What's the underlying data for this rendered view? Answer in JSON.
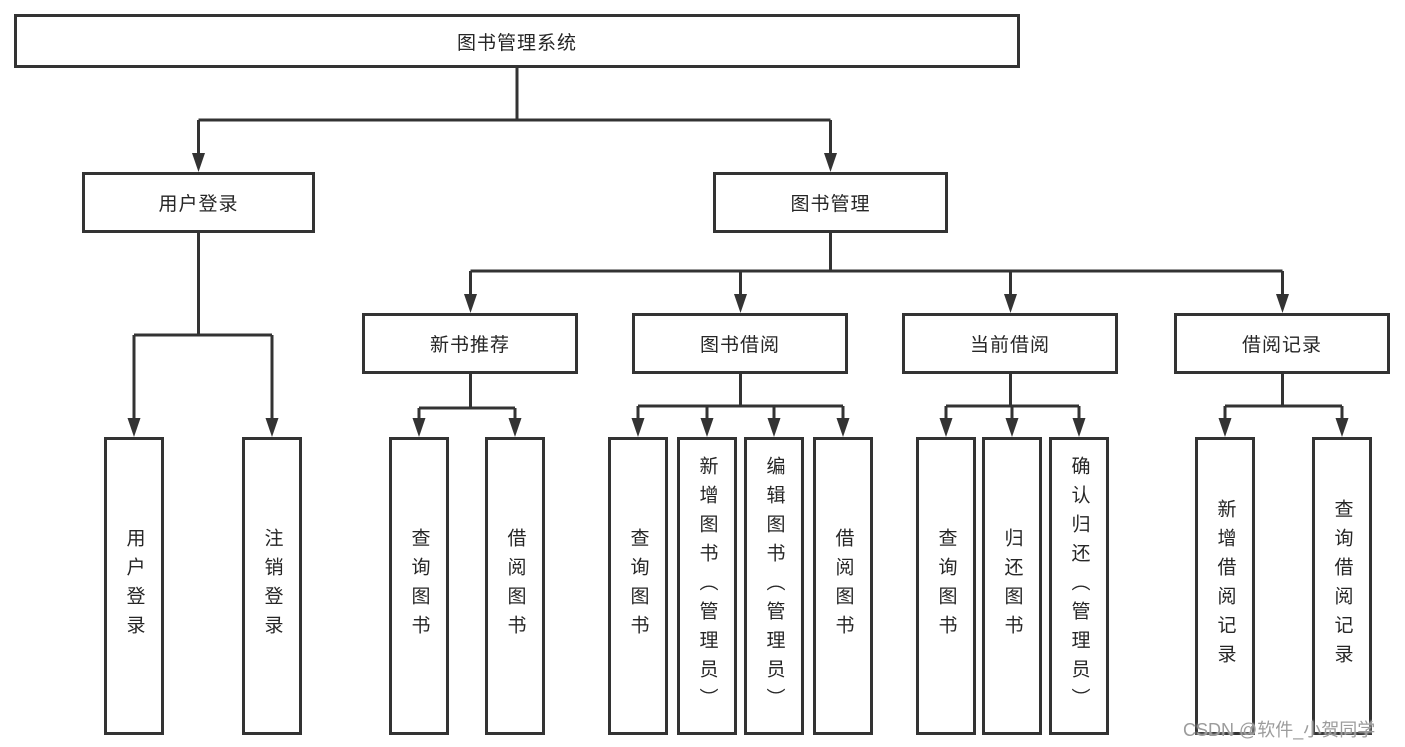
{
  "diagram": {
    "root": {
      "label": "图书管理系统"
    },
    "level2": [
      {
        "label": "用户登录",
        "children": [
          {
            "label": "用户登录"
          },
          {
            "label": "注销登录"
          }
        ]
      },
      {
        "label": "图书管理",
        "children": [
          {
            "label": "新书推荐",
            "children": [
              {
                "label": "查询图书"
              },
              {
                "label": "借阅图书"
              }
            ]
          },
          {
            "label": "图书借阅",
            "children": [
              {
                "label": "查询图书"
              },
              {
                "label": "新增图书（管理员）"
              },
              {
                "label": "编辑图书（管理员）"
              },
              {
                "label": "借阅图书"
              }
            ]
          },
          {
            "label": "当前借阅",
            "children": [
              {
                "label": "查询图书"
              },
              {
                "label": "归还图书"
              },
              {
                "label": "确认归还（管理员）"
              }
            ]
          },
          {
            "label": "借阅记录",
            "children": [
              {
                "label": "新增借阅记录"
              },
              {
                "label": "查询借阅记录"
              }
            ]
          }
        ]
      }
    ],
    "colors": {
      "line": "#333333",
      "text": "#262626",
      "background": "#ffffff",
      "watermark": "#9c9c9c"
    }
  },
  "watermark": {
    "text": "CSDN @软件_小贺同学"
  }
}
